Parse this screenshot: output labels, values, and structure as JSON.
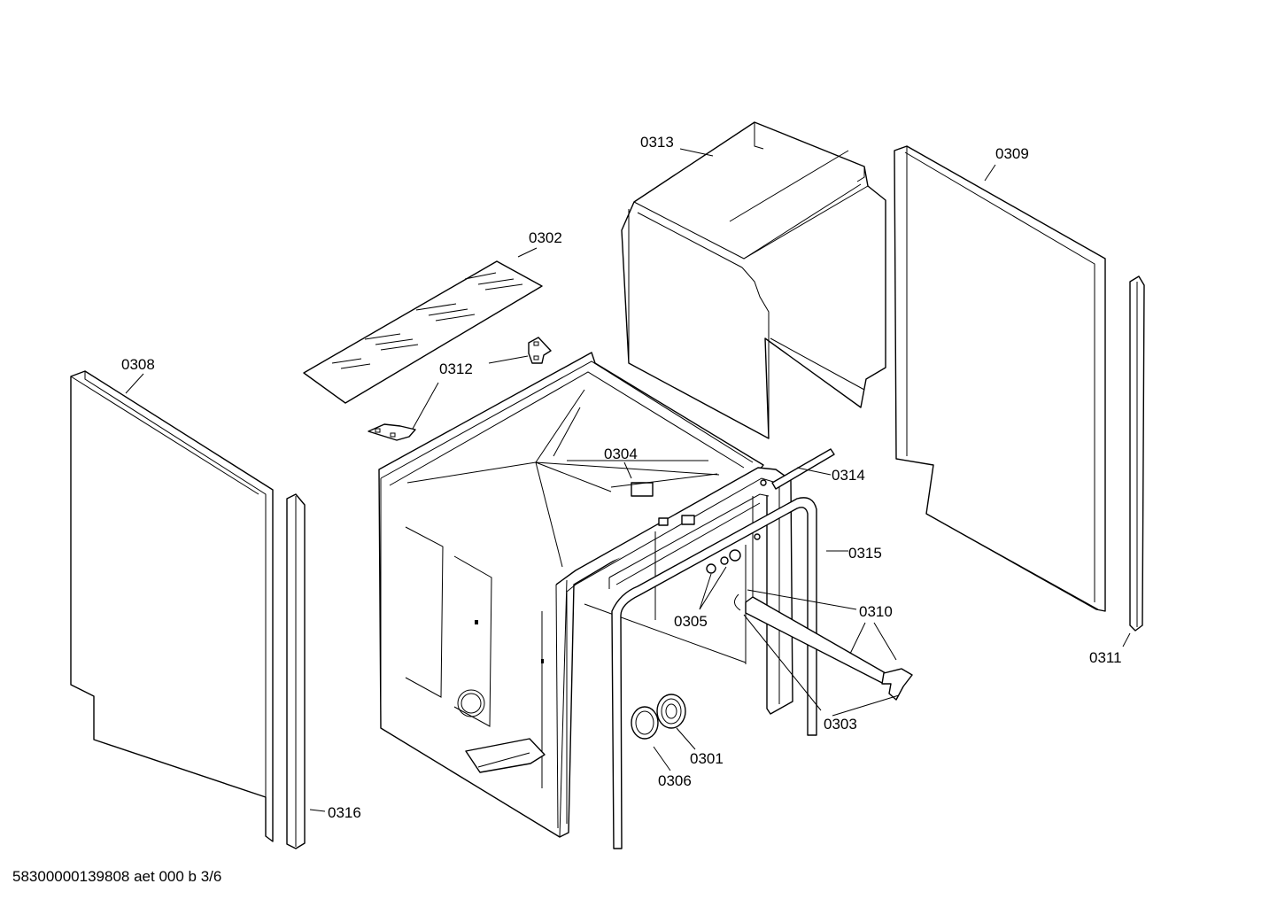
{
  "labels": {
    "p0301": "0301",
    "p0302": "0302",
    "p0303": "0303",
    "p0304": "0304",
    "p0305": "0305",
    "p0306": "0306",
    "p0308": "0308",
    "p0309": "0309",
    "p0310": "0310",
    "p0311": "0311",
    "p0312": "0312",
    "p0313": "0313",
    "p0314": "0314",
    "p0315": "0315",
    "p0316": "0316"
  },
  "footer": {
    "code": "58300000139808 aet 000 b 3/6"
  }
}
